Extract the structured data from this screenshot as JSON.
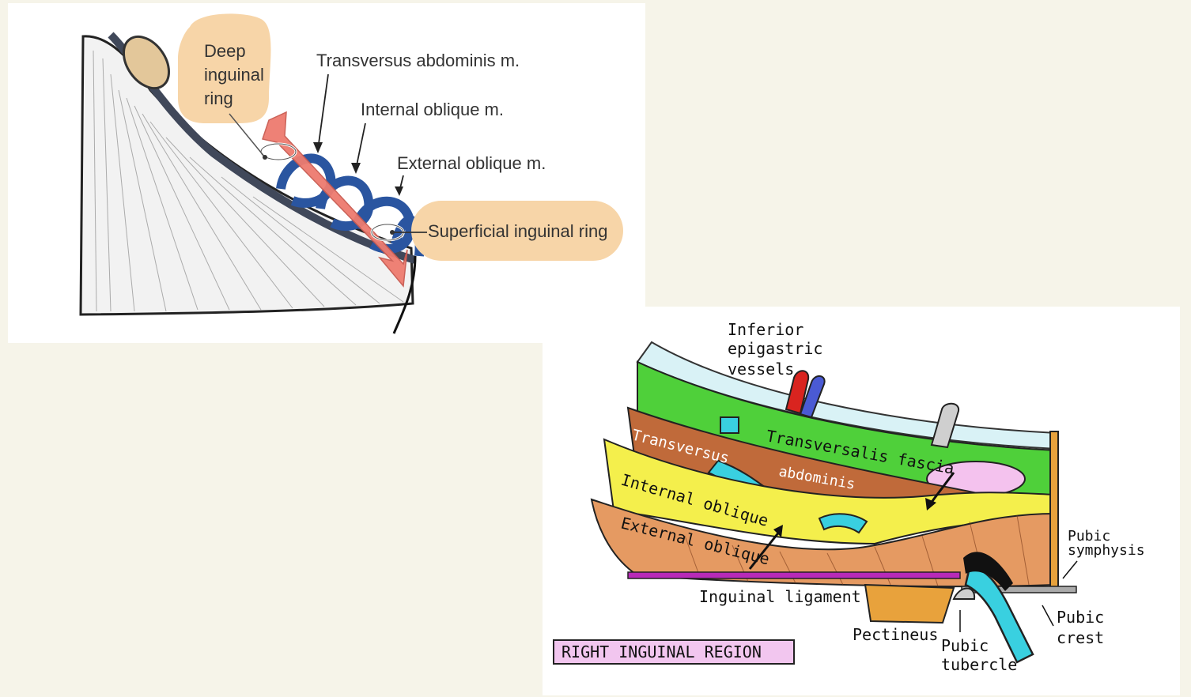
{
  "top_figure": {
    "labels": {
      "deep_ring": [
        "Deep",
        "inguinal",
        "ring"
      ],
      "transversus": "Transversus abdominis m.",
      "internal_oblique": "Internal oblique m.",
      "external_oblique": "External oblique m.",
      "superficial_ring": "Superficial inguinal ring"
    },
    "colors": {
      "callout": "#f7d5a8",
      "muscle_coil": "#2a55a0",
      "canal_arrow": "#ee7b6f"
    }
  },
  "bottom_figure": {
    "labels": {
      "vessels": [
        "Inferior",
        "epigastric",
        "vessels"
      ],
      "transversalis_fascia": "Transversalis fascia",
      "transversus": "Transversus",
      "abdominis": "abdominis",
      "internal_oblique": "Internal oblique",
      "external_oblique": "External oblique",
      "pubic_symphysis": [
        "Pubic",
        "symphysis"
      ],
      "inguinal_ligament": "Inguinal ligament",
      "pectineus": "Pectineus",
      "pubic_tubercle": [
        "Pubic",
        "tubercle"
      ],
      "pubic_crest": [
        "Pubic",
        "crest"
      ],
      "region_title": "RIGHT INGUINAL REGION"
    },
    "colors": {
      "fascia": "#4fd03a",
      "transversus": "#c06a3a",
      "internal": "#f4ef4c",
      "external": "#e59a62",
      "cord": "#39d0e0",
      "ligament": "#b82ab8",
      "title_box": "#f2c6ef"
    }
  }
}
